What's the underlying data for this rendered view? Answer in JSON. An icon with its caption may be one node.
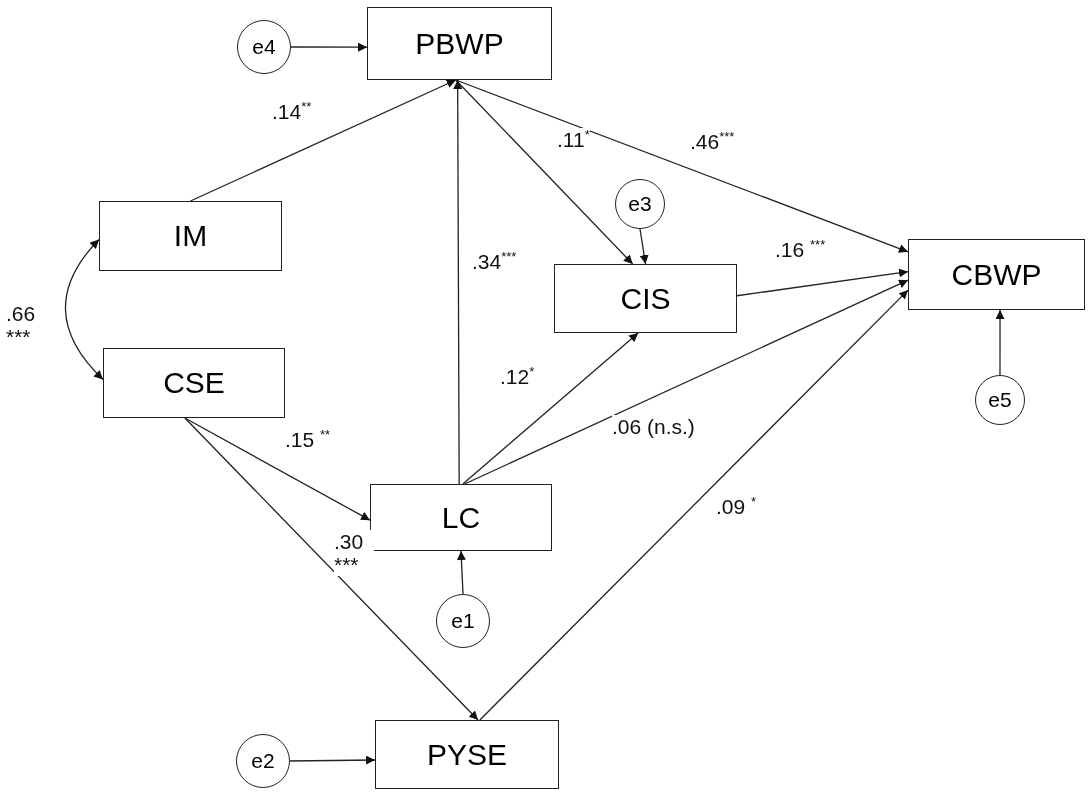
{
  "diagram": {
    "nodes": [
      {
        "text": [
          "e4"
        ]
      },
      {
        "text": [
          "PBWP"
        ]
      },
      {
        "text": [
          "IM"
        ]
      },
      {
        "text": [
          "e3"
        ]
      },
      {
        "text": [
          "CIS"
        ]
      },
      {
        "text": [
          "CBWP"
        ]
      },
      {
        "text": [
          "CSE"
        ]
      },
      {
        "text": [
          "e5"
        ]
      },
      {
        "text": [
          "LC"
        ]
      },
      {
        "text": [
          "e1"
        ]
      },
      {
        "text": [
          "e2"
        ]
      },
      {
        "text": [
          "PYSE"
        ]
      }
    ],
    "edges": [
      {
        "from": 0,
        "to": 1,
        "arrow": "to"
      },
      {
        "from": 2,
        "to": 1,
        "arrow": "to",
        "label": ".14$^{**}$"
      },
      {
        "from": 2,
        "to": 6,
        "arrow": "both",
        "label": ".66 ***"
      },
      {
        "from": 1,
        "to": 4,
        "arrow": "to",
        "label": ".11$^{*}$"
      },
      {
        "from": 1,
        "to": 5,
        "arrow": "to",
        "label": ".46$^{***}$"
      },
      {
        "from": 3,
        "to": 4,
        "arrow": "to"
      },
      {
        "from": 4,
        "to": 5,
        "arrow": "to",
        "label": ".16 $^{***}$"
      },
      {
        "from": 8,
        "to": 1,
        "arrow": "to",
        "label": ".34$^{***}$"
      },
      {
        "from": 8,
        "to": 4,
        "arrow": "to",
        "label": ".12$^{*}$"
      },
      {
        "from": 8,
        "to": 5,
        "arrow": "to",
        "label": ".06 (n.s.)"
      },
      {
        "from": 6,
        "to": 8,
        "arrow": "to",
        "label": ".15 $^{**}$"
      },
      {
        "from": 6,
        "to": 11,
        "arrow": "to",
        "label": ".30 ***"
      },
      {
        "from": 11,
        "to": 5,
        "arrow": "to",
        "label": ".09 $^{*}$"
      },
      {
        "from": 7,
        "to": 5,
        "arrow": "to"
      },
      {
        "from": 9,
        "to": 8,
        "arrow": "to"
      },
      {
        "from": 10,
        "to": 11,
        "arrow": "to"
      }
    ]
  }
}
